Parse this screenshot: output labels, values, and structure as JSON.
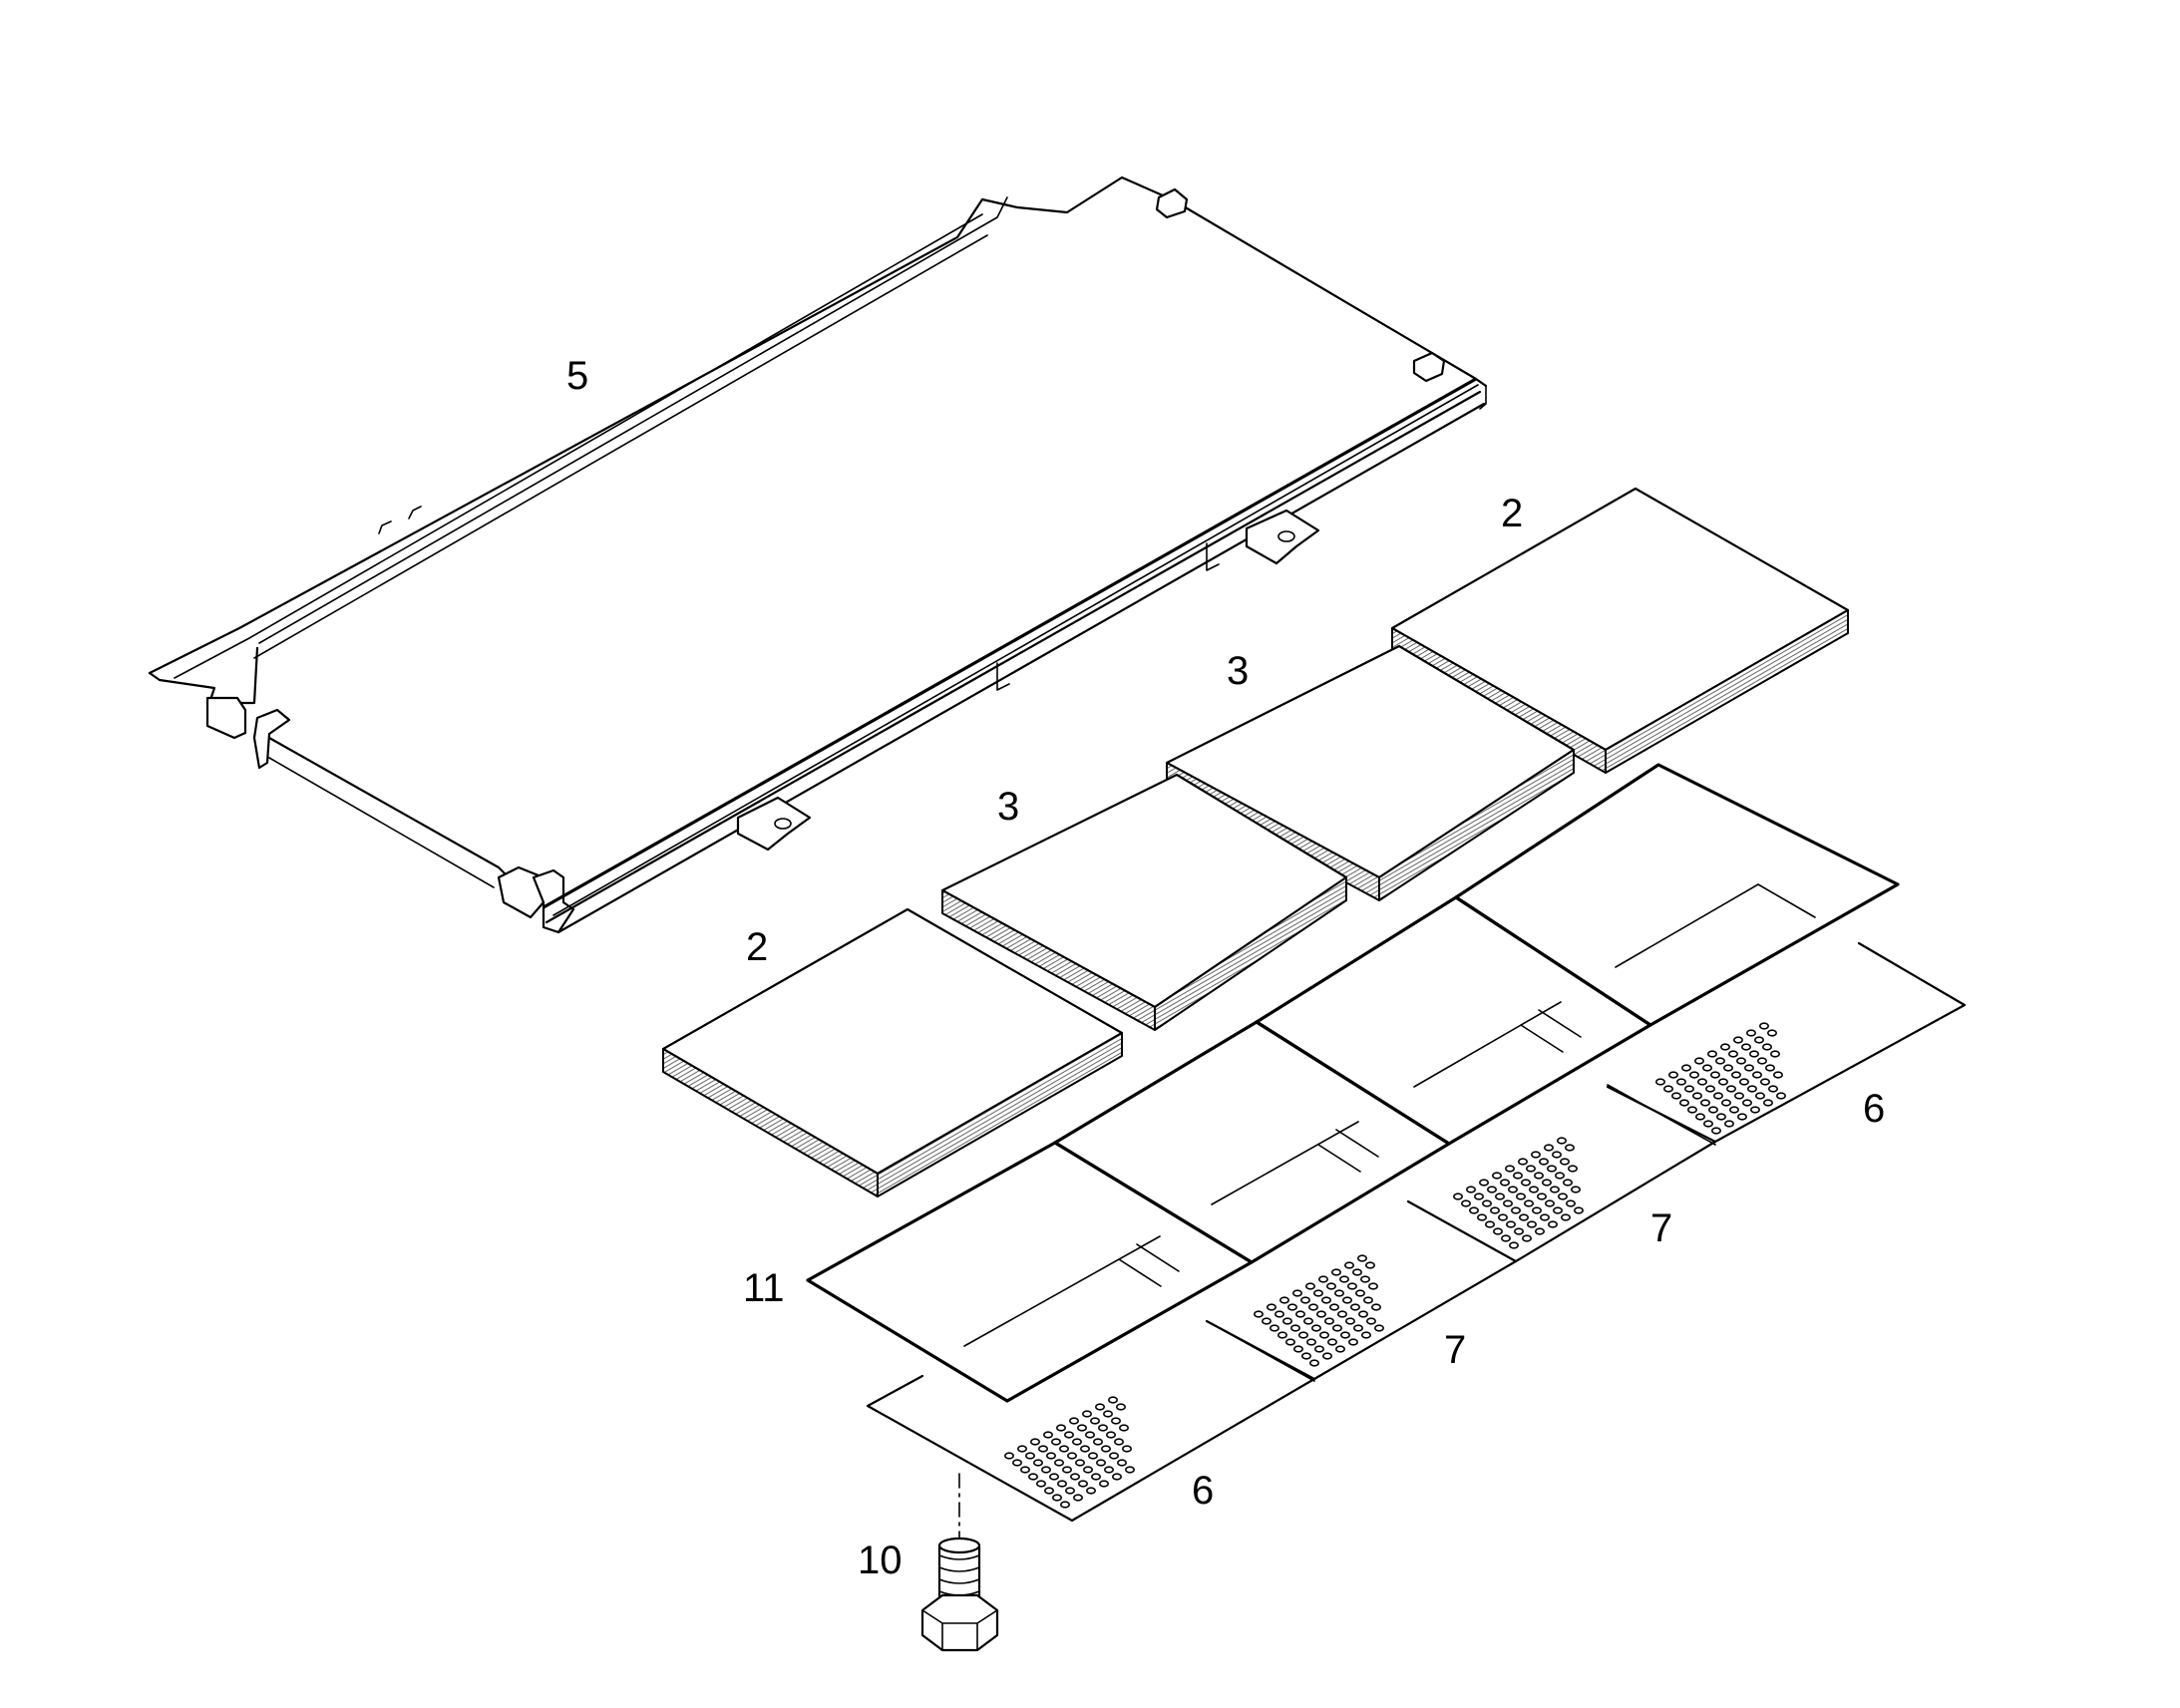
{
  "callouts": {
    "c5": "5",
    "c2_top": "2",
    "c3_upper": "3",
    "c3_lower": "3",
    "c2_bottom": "2",
    "c11": "11",
    "c6_right": "6",
    "c7_right": "7",
    "c7_left": "7",
    "c6_bottom": "6",
    "c10": "10"
  }
}
